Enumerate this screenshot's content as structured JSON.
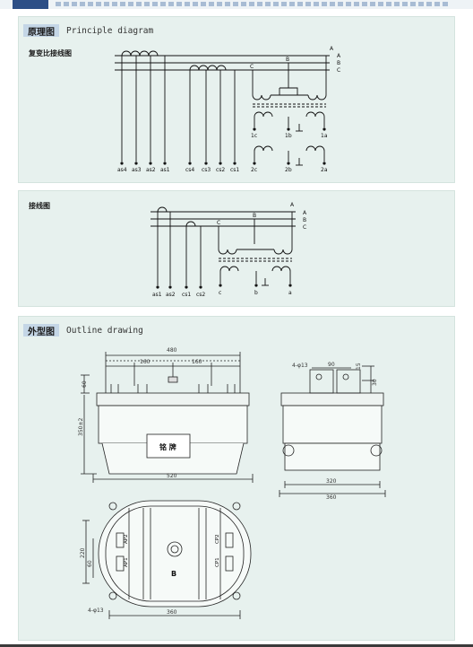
{
  "section1": {
    "tag": "原理图",
    "subtitle": "Principle diagram",
    "label_multi_ratio": "复变比接线图",
    "phases": [
      "A",
      "B",
      "C"
    ],
    "terminals_a": [
      "as4",
      "as3",
      "as2",
      "as1"
    ],
    "terminals_c": [
      "cs4",
      "cs3",
      "cs2",
      "cs1"
    ],
    "ct_outputs": [
      [
        "1c",
        "1b",
        "1a"
      ],
      [
        "2c",
        "2b",
        "2a"
      ]
    ],
    "label_wiring": "接线图",
    "wiring_terminals": [
      "as1",
      "as2",
      "cs1",
      "cs2"
    ],
    "wiring_outputs": [
      "c",
      "b",
      "a"
    ]
  },
  "section2": {
    "tag": "外型图",
    "subtitle": "Outline drawing",
    "dims": {
      "d480": "480",
      "d160a": "160",
      "d160b": "160",
      "d60": "60",
      "height": "350±2",
      "d520": "520",
      "d4phi13a": "4-φ13",
      "d90": "90",
      "d15": "15",
      "d30": "30",
      "d320": "320",
      "d360a": "360",
      "d220": "220",
      "d60b": "60",
      "d4phi13b": "4-φ13",
      "d360b": "360"
    },
    "nameplate": "铭 牌",
    "terminal_labels": [
      "AP2",
      "AP1",
      "CP2",
      "CP1"
    ],
    "center_label": "B"
  }
}
